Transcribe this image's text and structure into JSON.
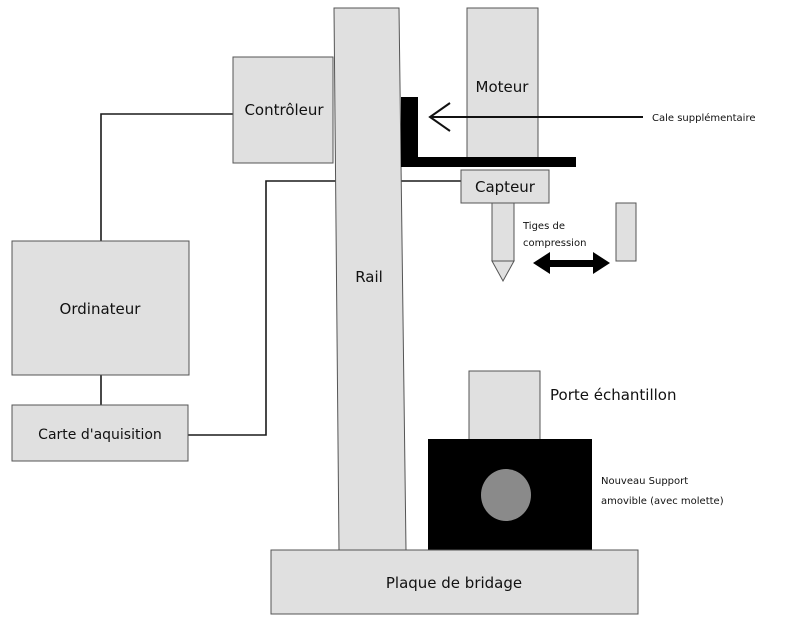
{
  "labels": {
    "controleur": "Contrôleur",
    "moteur": "Moteur",
    "cale": "Cale supplémentaire",
    "capteur": "Capteur",
    "tiges_line1": "Tiges de",
    "tiges_line2": "compression",
    "rail": "Rail",
    "ordinateur": "Ordinateur",
    "carte": "Carte d'aquisition",
    "porte": "Porte échantillon",
    "support_line1": "Nouveau Support",
    "support_line2": "amovible (avec molette)",
    "plaque": "Plaque de bridage"
  },
  "colors": {
    "component_fill": "#e0e0e0",
    "component_stroke": "#555555",
    "black_parts": "#000000",
    "knob": "#8a8a8a",
    "wire": "#1a1a1a"
  }
}
